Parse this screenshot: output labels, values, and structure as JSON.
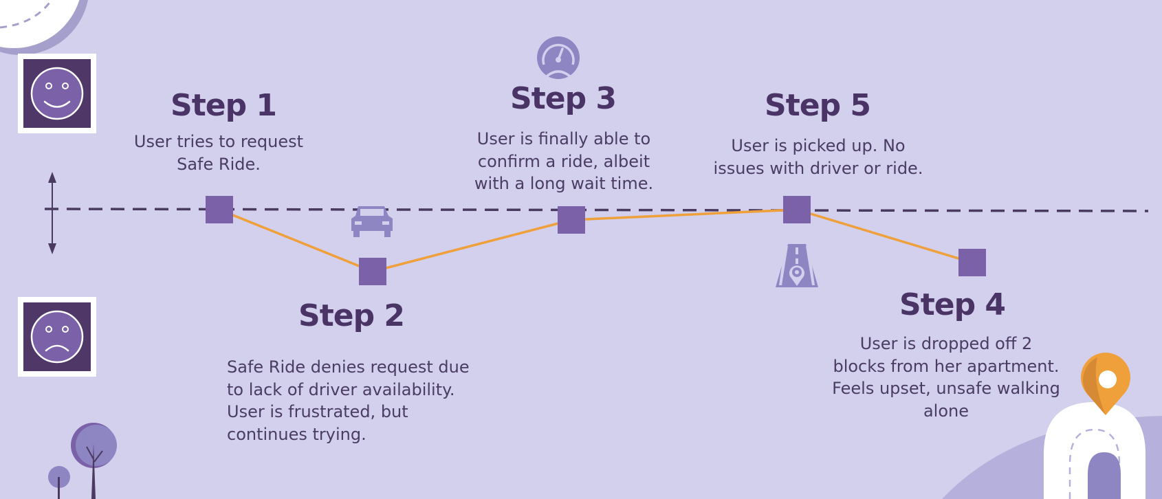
{
  "journey": {
    "steps": [
      {
        "title": "Step 1",
        "description": "User tries to request\nSafe Ride."
      },
      {
        "title": "Step 2",
        "description": "Safe Ride denies request due\nto lack of driver availability.\nUser is frustrated, but\ncontinues trying."
      },
      {
        "title": "Step 3",
        "description": "User is finally able to\nconfirm a ride, albeit\nwith a long wait time."
      },
      {
        "title": "Step 4",
        "description": "User is dropped off 2\nblocks from her apartment.\nFeels upset, unsafe walking\nalone"
      },
      {
        "title": "Step 5",
        "description": "User is picked up. No\nissues with driver or ride."
      }
    ]
  },
  "colors": {
    "background": "#d2d0ec",
    "title": "#4a3365",
    "marker": "#7b62a8",
    "line": "#f0a03a",
    "baseline": "#4a3a60",
    "icon": "#8e85c3"
  },
  "icons": [
    "happy-face-icon",
    "sad-face-icon",
    "speedometer-icon",
    "car-icon",
    "road-pin-icon",
    "location-pin-icon",
    "tree-icon"
  ]
}
